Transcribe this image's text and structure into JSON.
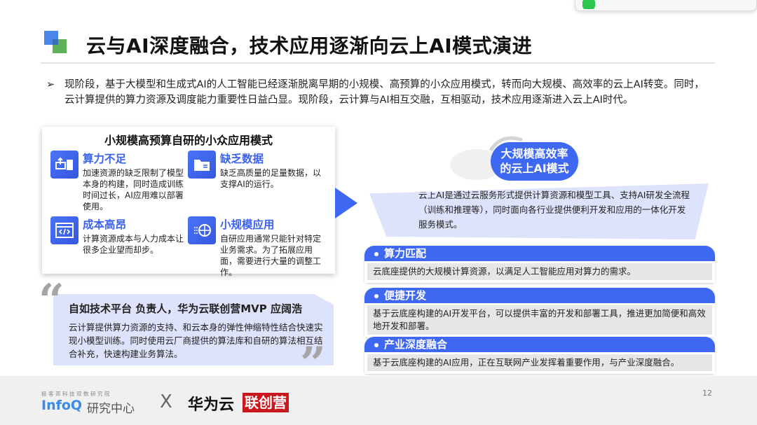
{
  "title": "云与AI深度融合，技术应用逐渐向云上AI模式演进",
  "intro": "现阶段，基于大模型和生成式AI的人工智能已经逐渐脱离早期的小规模、高预算的小众应用模式，转而向大规模、高效率的云上AI转变。同时，云计算提供的算力资源及调度能力重要性日益凸显。现阶段，云计算与AI相互交融，互相驱动，技术应用逐渐进入云上AI时代。",
  "left_panel": {
    "title": "小规模高预算自研的小众应用模式",
    "items": [
      {
        "icon": "compute-upload-icon",
        "heading": "算力不足",
        "desc": "加速资源的缺乏限制了模型本身的构建，同时造成训练时间过长，AI应用难以部署使用。"
      },
      {
        "icon": "folder-data-icon",
        "heading": "缺乏数据",
        "desc": "缺乏高质量的足量数据，以支撑AI的运行。"
      },
      {
        "icon": "code-window-icon",
        "heading": "成本高昂",
        "desc": "计算资源成本与人力成本让很多企业望而却步。"
      },
      {
        "icon": "globe-app-icon",
        "heading": "小规模应用",
        "desc": "自研应用通常只能针对特定业务需求。为了拓展应用面，需要进行大量的调整工作。"
      }
    ]
  },
  "quote": {
    "speaker": "自如技术平台 负责人，华为云联创营MVP 应阔浩",
    "text": "云计算提供算力资源的支持、和云本身的弹性伸缩特性结合快速实现小模型训练。同时使用云厂商提供的算法库和自研的算法相互结合补充，快速构建业务算法。"
  },
  "cloud_mode": {
    "title_line1": "大规模高效率",
    "title_line2": "的云上AI模式",
    "desc": "云上AI是通过云服务形式提供计算资源和模型工具、支持AI研发全流程（训练和推理等），同时面向各行业提供便利开发和应用的一体化开发服务模式。"
  },
  "cards": [
    {
      "title": "算力匹配",
      "text": "云底座提供的大规模计算资源，以满足人工智能应用对算力的需求。"
    },
    {
      "title": "便捷开发",
      "text": "基于云底座构建的AI开发平台，可以提供丰富的开发和部署工具，推进更加简便和高效地开发和部署。"
    },
    {
      "title": "产业深度融合",
      "text": "基于云底座构建的AI应用，正在互联网产业发挥着重要作用，与产业深度融合。"
    }
  ],
  "footer": {
    "infoq_sub": "极客邦科技双数研究院",
    "infoq": "InfoQ",
    "infoq_center": "研究中心",
    "x": "X",
    "huawei": "华为云",
    "lcy": "联创营",
    "page": "12"
  },
  "colors": {
    "accent": "#3e67f2",
    "quote_bg": "#dde3fb",
    "lcy_red": "#c8171d",
    "footer_bg": "#f0f0f0"
  }
}
